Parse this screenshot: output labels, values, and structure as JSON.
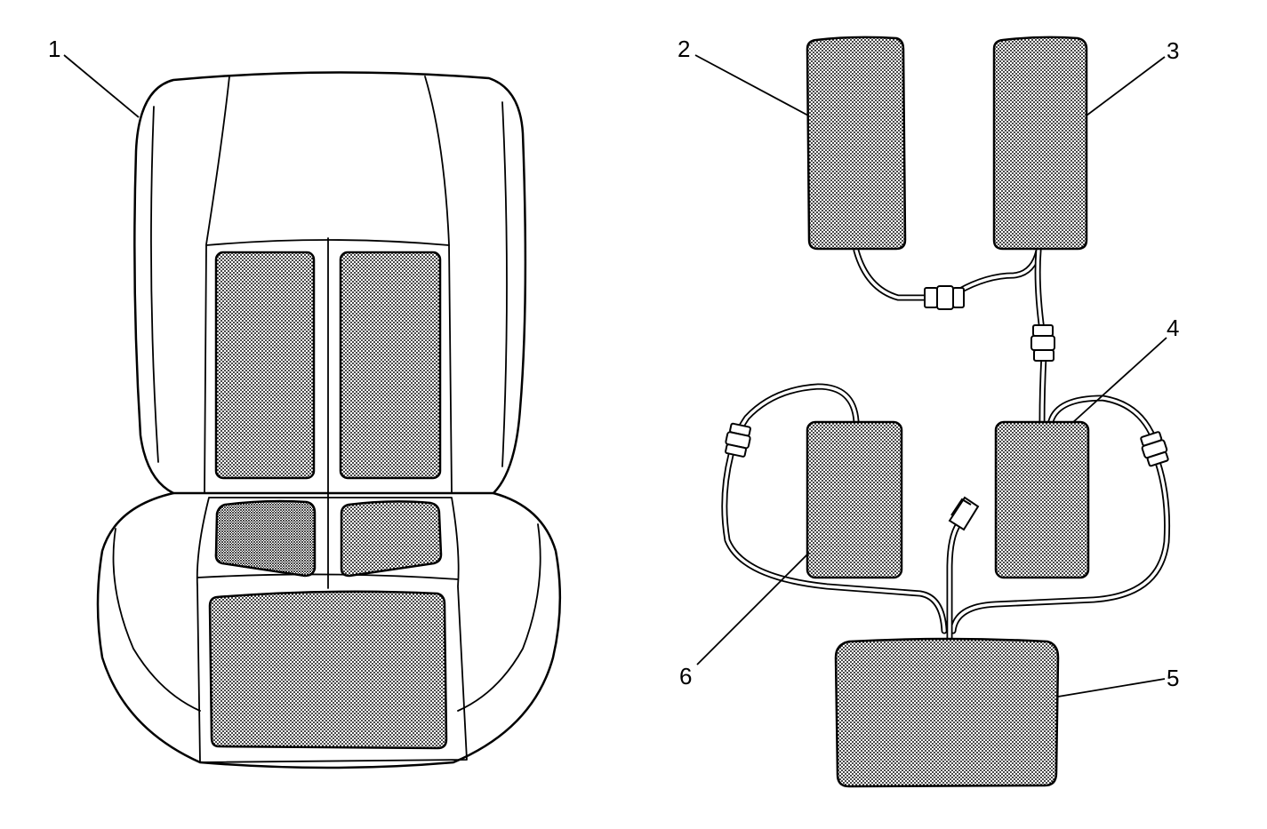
{
  "callouts": {
    "c1": "1",
    "c2": "2",
    "c3": "3",
    "c4": "4",
    "c5": "5",
    "c6": "6"
  },
  "colors": {
    "line": "#000000",
    "pad_pattern_dot": "#000000",
    "background": "#ffffff"
  }
}
